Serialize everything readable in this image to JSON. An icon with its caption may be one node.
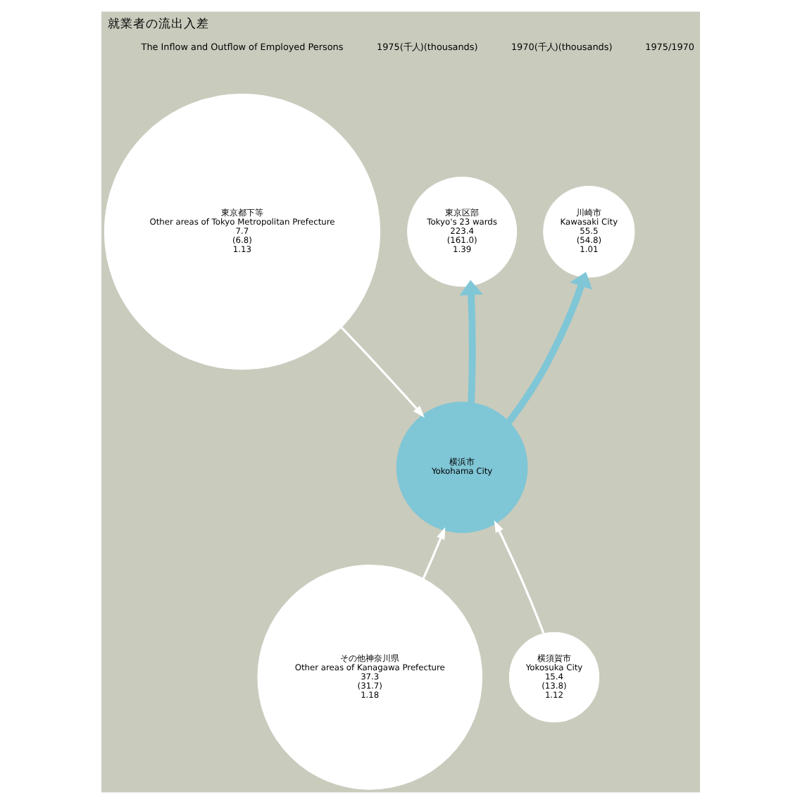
{
  "diagram": {
    "title": "就業者の流出入差",
    "nodes": [
      {
        "text": [
          "横浜市",
          "Yokohama City"
        ]
      },
      {
        "text": [
          "東京区部",
          "Tokyo's 23 wards",
          "223.4",
          "(161.0)",
          "1.39"
        ]
      },
      {
        "text": [
          "東京都下等",
          "Other areas of Tokyo Metropolitan Prefecture",
          "7.7",
          "(6.8)",
          "1.13"
        ]
      },
      {
        "text": [
          "川崎市",
          "Kawasaki City",
          "55.5",
          "(54.8)",
          "1.01"
        ]
      },
      {
        "text": [
          "その他神奈川県",
          "Other areas of Kanagawa Prefecture",
          "37.3",
          "(31.7)",
          "1.18"
        ]
      },
      {
        "text": [
          "横須賀市",
          "Yokosuka City",
          "15.4",
          "(13.8)",
          "1.12"
        ]
      }
    ],
    "edges": [
      {
        "from": 0,
        "to": 1,
        "arrow": "to",
        "style": "thick",
        "color": "#7fc6d6"
      },
      {
        "from": 0,
        "to": 3,
        "arrow": "to",
        "style": "thick",
        "color": "#7fc6d6"
      },
      {
        "from": 2,
        "to": 0,
        "arrow": "to"
      },
      {
        "from": 4,
        "to": 0,
        "arrow": "to"
      },
      {
        "from": 5,
        "to": 0,
        "arrow": "to"
      }
    ],
    "labels": [
      "The Inflow and Outflow of Employed Persons",
      "1975(千人)(thousands)",
      "1970(千人)(thousands)",
      "1975/1970"
    ]
  }
}
